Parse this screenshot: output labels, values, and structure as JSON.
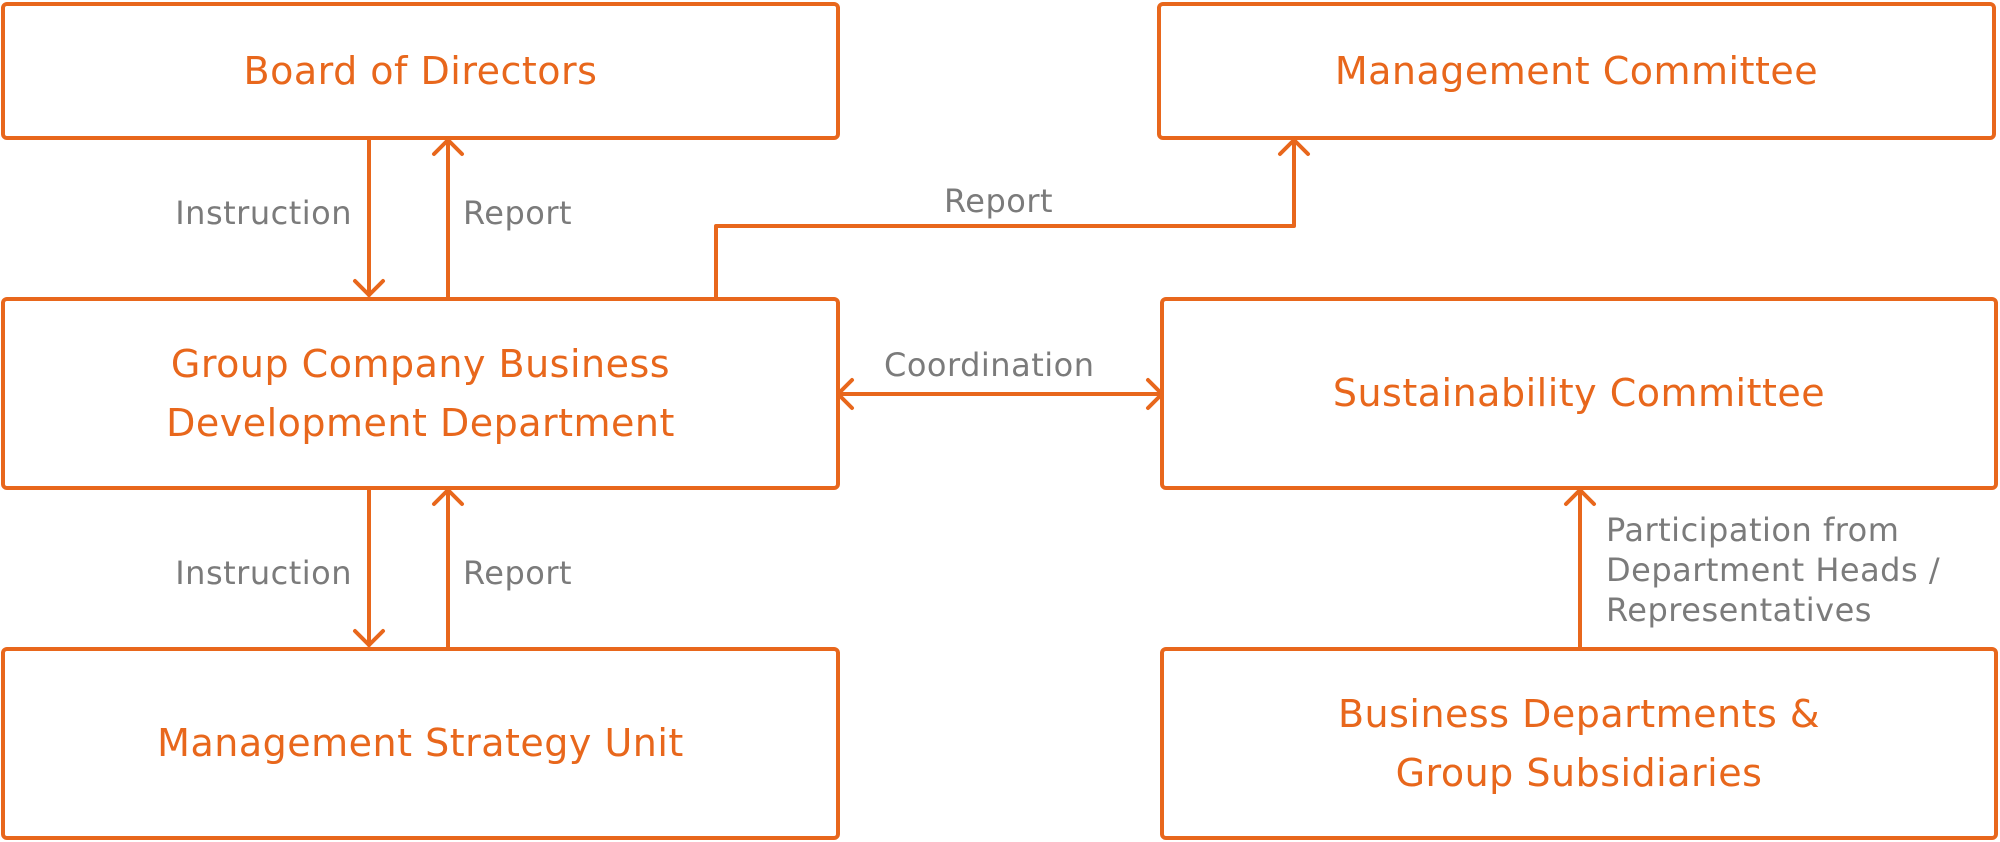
{
  "theme": {
    "accent_color": "#E8671C",
    "label_color": "#7B7B7B",
    "background_color": "#FFFFFF"
  },
  "nodes": {
    "board_of_directors": "Board of Directors",
    "management_committee": "Management Committee",
    "group_company_bd_line1": "Group Company Business",
    "group_company_bd_line2": "Development Department",
    "sustainability_committee": "Sustainability Committee",
    "management_strategy_unit": "Management Strategy Unit",
    "business_departments_line1": "Business Departments &",
    "business_departments_line2": "Group Subsidiaries"
  },
  "edges": {
    "board_to_group_instruction": "Instruction",
    "group_to_board_report": "Report",
    "group_to_management_committee_report": "Report",
    "group_sustainability_coordination": "Coordination",
    "group_to_strategy_instruction": "Instruction",
    "strategy_to_group_report": "Report",
    "participation_line1": "Participation from",
    "participation_line2": "Department Heads /",
    "participation_line3": "Representatives"
  }
}
